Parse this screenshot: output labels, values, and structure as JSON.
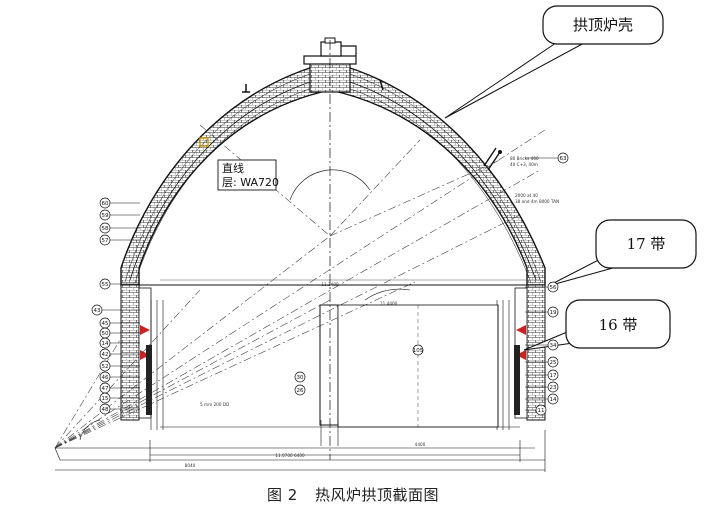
{
  "callouts": {
    "dome_shell": "拱顶炉壳",
    "belt_17": "17 带",
    "belt_16": "16 带"
  },
  "tooltip": {
    "line1": "直线",
    "line2": "层: WA720"
  },
  "caption": {
    "label": "图 2",
    "title": "热风炉拱顶截面图"
  },
  "circled_labels_left": [
    "60",
    "59",
    "58",
    "57",
    "55",
    "43",
    "45",
    "50",
    "14",
    "42",
    "52",
    "46",
    "47",
    "15",
    "48"
  ],
  "circled_labels_right": [
    "63",
    "56",
    "19",
    "34",
    "25",
    "17",
    "23",
    "14",
    "11"
  ],
  "circled_labels_center": [
    "105",
    "30",
    "26"
  ],
  "colors": {
    "line": "#222222",
    "brick": "#333333",
    "accent": "#cc2222",
    "callout_fill": "#ffffff"
  }
}
